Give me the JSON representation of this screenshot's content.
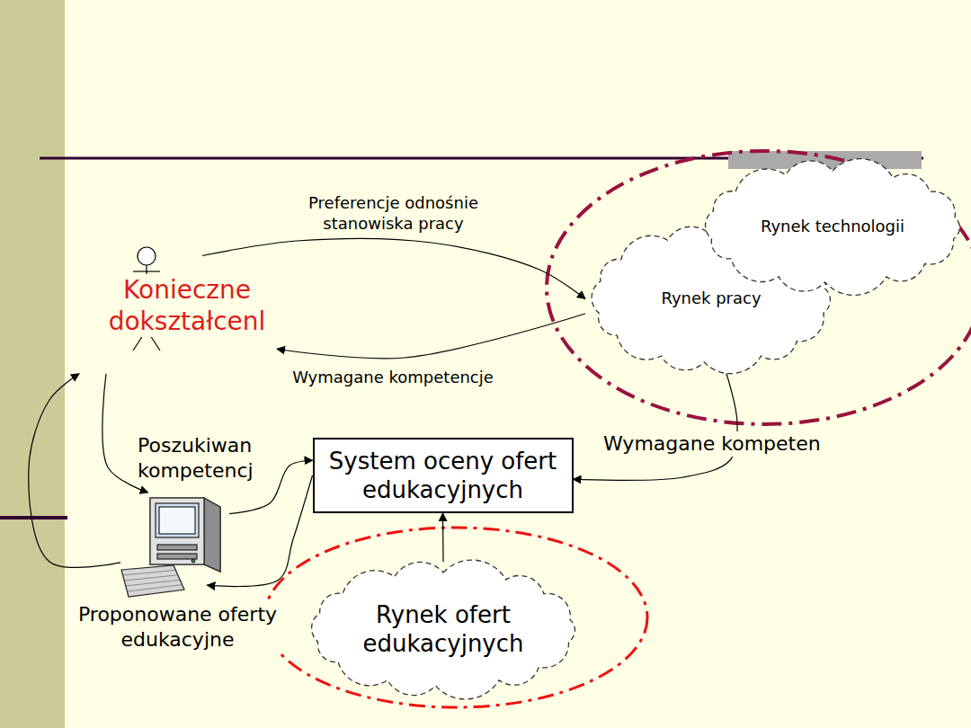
{
  "diagram": {
    "nodes": [
      {
        "text": [
          "Konieczne dokształcenl"
        ]
      },
      {
        "text": [
          "Rynek technologii"
        ]
      },
      {
        "text": [
          "Rynek pracy"
        ]
      },
      {
        "text": [
          "System oceny ofert edukacyjnych"
        ]
      },
      {
        "text": [
          "Proponowane oferty edukacyjne"
        ]
      },
      {
        "text": [
          "Rynek ofert edukacyjnych"
        ]
      }
    ],
    "edges": [
      {
        "from": 0,
        "to": 2,
        "label": "Preferencje odnośnie stanowiska pracy",
        "arrow": "to"
      },
      {
        "from": 2,
        "to": 0,
        "label": "Wymagane kompetencje",
        "arrow": "to"
      },
      {
        "from": 2,
        "to": 3,
        "label": "Wymagane kompeten",
        "arrow": "to"
      },
      {
        "from": 5,
        "to": 3,
        "arrow": "to"
      },
      {
        "from": 0,
        "to": 4,
        "arrow": "to"
      },
      {
        "from": 4,
        "to": 3,
        "label": "Poszukiwan kompetencj",
        "arrow": "to"
      },
      {
        "from": 3,
        "to": 4,
        "arrow": "to"
      },
      {
        "from": 4,
        "to": 0,
        "arrow": "to"
      }
    ]
  }
}
